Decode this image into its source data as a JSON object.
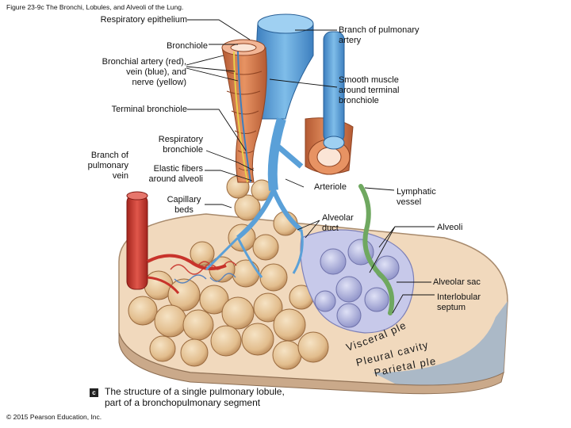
{
  "figure_title": "Figure 23-9c The Bronchi, Lobules, and Alveoli of the Lung.",
  "labels": {
    "respiratory_epithelium": "Respiratory epithelium",
    "bronchiole": "Bronchiole",
    "bronchial_vessels": "Bronchial artery (red),\nvein (blue), and\nnerve (yellow)",
    "terminal_bronchiole": "Terminal bronchiole",
    "branch_pulmonary_vein": "Branch of\npulmonary\nvein",
    "respiratory_bronchiole": "Respiratory\nbronchiole",
    "elastic_fibers": "Elastic fibers\naround alveoli",
    "capillary_beds": "Capillary\nbeds",
    "branch_pulmonary_artery": "Branch of pulmonary\nartery",
    "smooth_muscle": "Smooth muscle\naround terminal\nbronchiole",
    "arteriole": "Arteriole",
    "lymphatic_vessel": "Lymphatic\nvessel",
    "alveolar_duct": "Alveolar\nduct",
    "alveoli": "Alveoli",
    "alveolar_sac": "Alveolar sac",
    "interlobular_septum": "Interlobular\nseptum",
    "visceral_pleura": "Visceral pleura",
    "pleural_cavity": "Pleural cavity",
    "parietal_pleura": "Parietal pleura"
  },
  "caption": {
    "badge": "c",
    "text": "The structure of a single pulmonary lobule,\npart of a bronchopulmonary segment"
  },
  "copyright": "© 2015 Pearson Education, Inc.",
  "colors": {
    "artery_blue": "#5aa0d8",
    "vein_red": "#c8332b",
    "alveoli_tan": "#e8c9a0",
    "muscle_orange": "#d9774a",
    "lymph_green": "#6fa860",
    "sac_lavender": "#b9bce0"
  }
}
